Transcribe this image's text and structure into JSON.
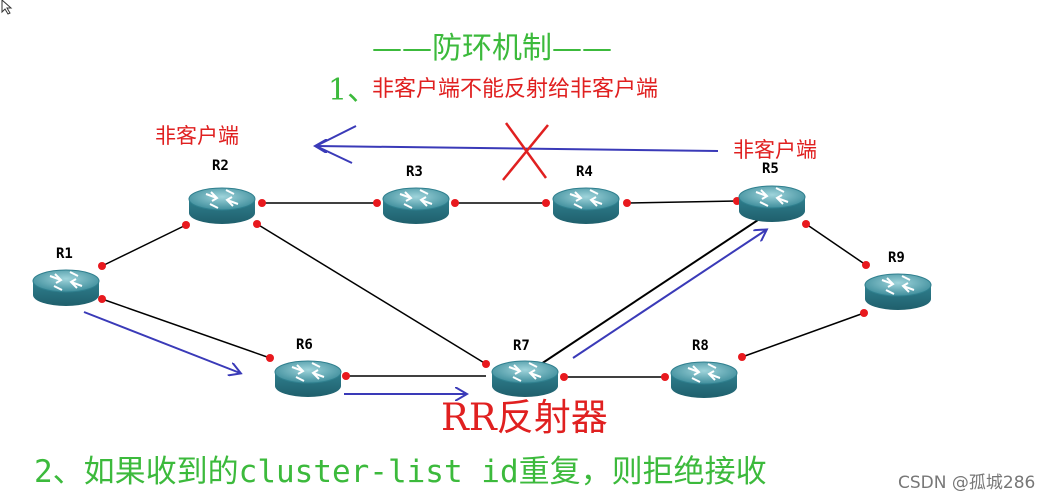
{
  "title": "——防环机制——",
  "rule1": {
    "number": "1、",
    "text": "非客户端不能反射给非客户端"
  },
  "labels": {
    "non_client_left": "非客户端",
    "non_client_right": "非客户端",
    "rr": "RR反射器"
  },
  "rule2": "2、如果收到的cluster-list id重复，则拒绝接收",
  "watermark": "CSDN @孤城286",
  "routers": [
    {
      "id": "R1",
      "label": "R1"
    },
    {
      "id": "R2",
      "label": "R2"
    },
    {
      "id": "R3",
      "label": "R3"
    },
    {
      "id": "R4",
      "label": "R4"
    },
    {
      "id": "R5",
      "label": "R5"
    },
    {
      "id": "R6",
      "label": "R6"
    },
    {
      "id": "R7",
      "label": "R7"
    },
    {
      "id": "R8",
      "label": "R8"
    },
    {
      "id": "R9",
      "label": "R9"
    }
  ],
  "links": [
    [
      "R1",
      "R2"
    ],
    [
      "R1",
      "R6"
    ],
    [
      "R2",
      "R3"
    ],
    [
      "R3",
      "R4"
    ],
    [
      "R4",
      "R5"
    ],
    [
      "R2",
      "R7"
    ],
    [
      "R6",
      "R7"
    ],
    [
      "R7",
      "R8"
    ],
    [
      "R8",
      "R9"
    ],
    [
      "R9",
      "R5"
    ],
    [
      "R7",
      "R5"
    ]
  ],
  "colors": {
    "title": "#3cba3c",
    "red": "#e02020",
    "arrow": "#3a3ab8",
    "link": "#000000"
  }
}
